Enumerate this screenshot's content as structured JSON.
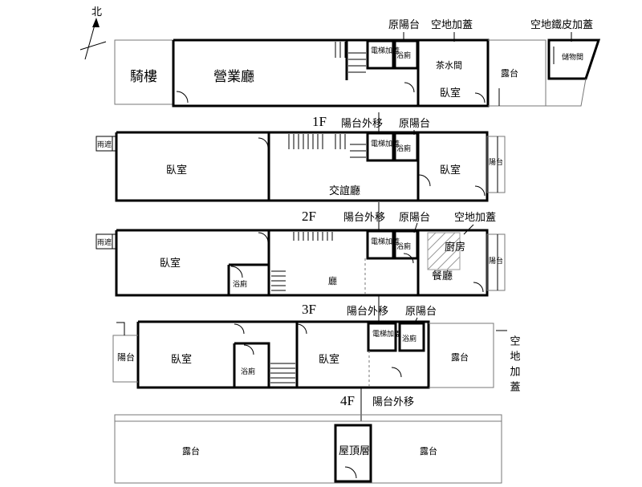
{
  "compass": {
    "north": "北"
  },
  "floors": {
    "f1": {
      "label": "1F",
      "rooms": {
        "arcade": "騎樓",
        "shop": "營業廳",
        "elevator": "電梯加蓋",
        "bath": "浴廁",
        "tea": "茶水間",
        "bedroom": "臥室",
        "terrace": "露台",
        "storage": "儲物間"
      },
      "notes": {
        "orig_balcony": "原陽台",
        "empty_roof": "空地加蓋",
        "iron_roof": "空地鐵皮加蓋"
      }
    },
    "f2": {
      "label": "2F",
      "rooms": {
        "canopy": "雨遮",
        "bedroom_a": "臥室",
        "elevator": "電梯加蓋",
        "bath": "浴廁",
        "bedroom_b": "臥室",
        "balcony": "陽台",
        "lounge": "交誼廳"
      },
      "notes": {
        "balcony_out": "陽台外移",
        "orig_balcony": "原陽台"
      }
    },
    "f3": {
      "label": "3F",
      "rooms": {
        "canopy": "雨遮",
        "bedroom": "臥室",
        "bath_a": "浴廁",
        "hall": "廳",
        "elevator": "電梯加蓋",
        "bath_b": "浴廁",
        "kitchen": "廚房",
        "dining": "餐廳",
        "balcony": "陽台"
      },
      "notes": {
        "balcony_out": "陽台外移",
        "orig_balcony": "原陽台",
        "empty_roof": "空地加蓋"
      }
    },
    "f4": {
      "label": "4F",
      "rooms": {
        "balcony": "陽台",
        "bedroom_a": "臥室",
        "bath_a": "浴廁",
        "bedroom_b": "臥室",
        "elevator": "電梯加蓋",
        "bath_b": "浴廁",
        "terrace": "露台"
      },
      "notes": {
        "balcony_out": "陽台外移",
        "orig_balcony": "原陽台",
        "empty_roof": "空地加蓋"
      }
    },
    "roof": {
      "rooms": {
        "terrace_l": "露台",
        "stair_roof": "屋頂層",
        "terrace_r": "露台"
      }
    }
  }
}
